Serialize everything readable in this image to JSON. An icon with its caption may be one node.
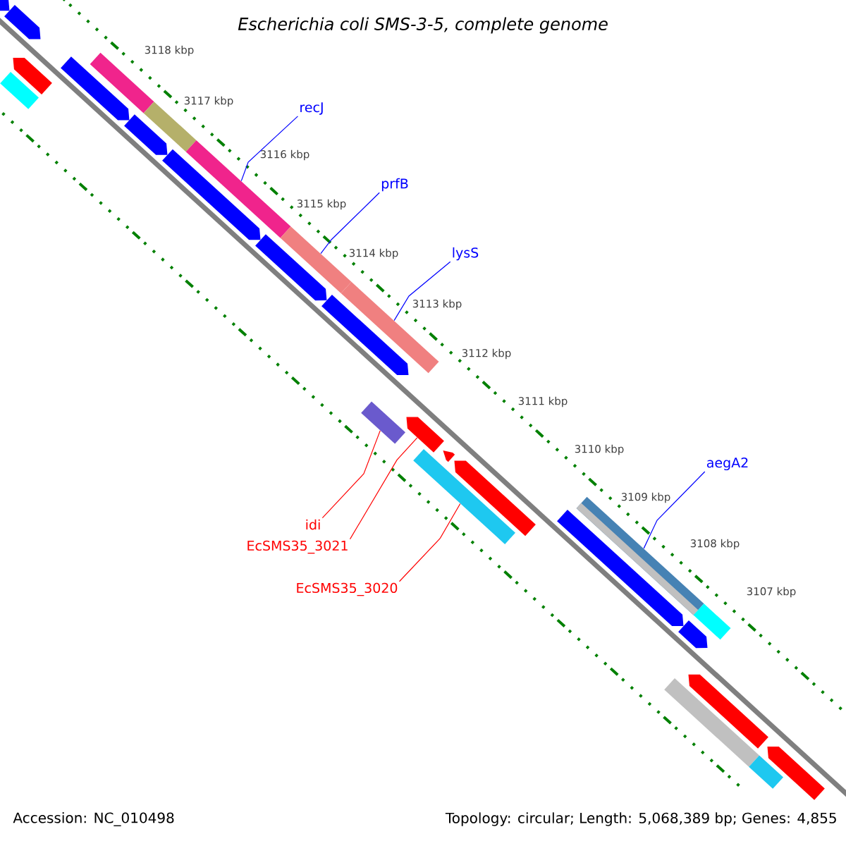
{
  "diagram": {
    "title": "Escherichia coli SMS-3-5, complete genome",
    "nodes": [
      {
        "text": [
          "recJ"
        ]
      },
      {
        "text": [
          "prfB"
        ]
      },
      {
        "text": [
          "lysS"
        ]
      },
      {
        "text": [
          "aegA2"
        ]
      },
      {
        "text": [
          "idi"
        ]
      },
      {
        "text": [
          "EcSMS35_3021"
        ]
      },
      {
        "text": [
          "EcSMS35_3020"
        ]
      },
      {
        "text": [],
        "shape": "bar"
      },
      {
        "text": [],
        "shape": "bar"
      },
      {
        "text": [],
        "shape": "bar"
      },
      {
        "text": [],
        "shape": "bar"
      },
      {
        "text": [],
        "shape": "bar"
      },
      {
        "text": [],
        "shape": "bar"
      },
      {
        "text": [],
        "shape": "bar"
      },
      {
        "text": [],
        "shape": "bar"
      },
      {
        "text": [],
        "shape": "bar"
      },
      {
        "text": [],
        "shape": "bar"
      },
      {
        "text": [],
        "shape": "bar"
      },
      {
        "text": [],
        "shape": "bar"
      },
      {
        "text": [],
        "shape": "bar"
      },
      {
        "text": [],
        "shape": "bar"
      },
      {
        "text": [],
        "shape": "bar"
      },
      {
        "text": [],
        "shape": "bar"
      },
      {
        "text": [],
        "shape": "bar"
      },
      {
        "text": [],
        "shape": "bar"
      },
      {
        "text": [],
        "shape": "bar"
      },
      {
        "text": [],
        "shape": "bar"
      },
      {
        "text": [],
        "shape": "bar"
      },
      {
        "text": [],
        "shape": "bar"
      },
      {
        "text": [],
        "shape": "bar"
      },
      {
        "text": [],
        "shape": "bar"
      },
      {
        "text": [],
        "shape": "bar"
      },
      {
        "text": [],
        "shape": "bar"
      },
      {
        "text": [],
        "shape": "bar"
      }
    ],
    "edges": [
      {
        "from": 0,
        "to": 16,
        "arrow": "none"
      },
      {
        "from": 1,
        "to": 18,
        "arrow": "none"
      },
      {
        "from": 2,
        "to": 20,
        "arrow": "none"
      },
      {
        "from": 3,
        "to": 27,
        "arrow": "none"
      },
      {
        "from": 4,
        "to": 21,
        "arrow": "none",
        "color": "#ff0000"
      },
      {
        "from": 5,
        "to": 22,
        "arrow": "none",
        "color": "#ff0000"
      },
      {
        "from": 6,
        "to": 24,
        "arrow": "none",
        "color": "#ff0000"
      }
    ],
    "labels": [
      "3118 kbp",
      "3117 kbp",
      "3116 kbp",
      "3115 kbp",
      "3114 kbp",
      "3113 kbp",
      "3112 kbp",
      "3111 kbp",
      "3110 kbp",
      "3109 kbp",
      "3108 kbp",
      "3107 kbp",
      "Accession: NC_010498",
      "Topology: circular; Length: 5,068,389 bp; Genes: 4,855"
    ]
  }
}
